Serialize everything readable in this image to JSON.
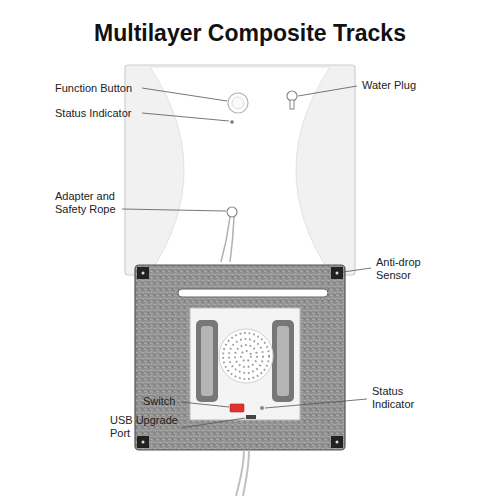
{
  "diagram": {
    "title": "Multilayer Composite Tracks",
    "labels": [
      "Function Button",
      "Water Plug",
      "Status Indicator",
      "Adapter and Safety Rope",
      "Anti-drop Sensor",
      "Switch",
      "Status Indicator",
      "USB Upgrade Port"
    ]
  }
}
